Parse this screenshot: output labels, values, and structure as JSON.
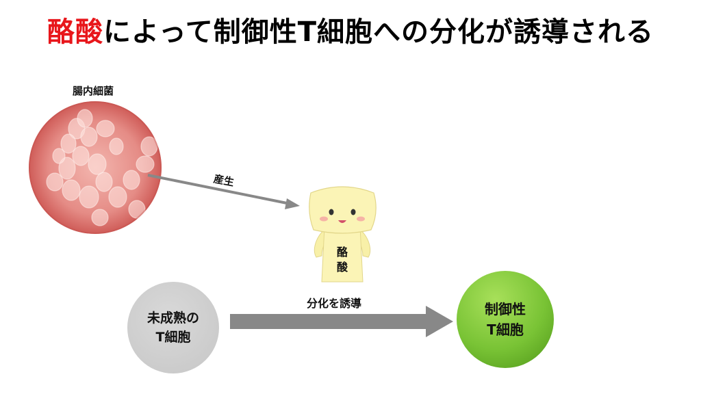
{
  "title": {
    "highlight": "酪酸",
    "rest": "によって制御性T細胞への分化が誘導される"
  },
  "bacteria": {
    "label": "腸内細菌"
  },
  "produce": {
    "label": "産生"
  },
  "butyrate": {
    "label_line1": "酪",
    "label_line2": "酸"
  },
  "immature": {
    "line1": "未成熟の",
    "line2": "T細胞"
  },
  "induce": {
    "label": "分化を誘導"
  },
  "treg": {
    "line1": "制御性",
    "line2": "T細胞"
  },
  "colors": {
    "title_highlight": "#e8161b",
    "arrow": "#888888",
    "bacteria_bg": "#e47c78",
    "immature_cell": "#c8c8c8",
    "treg_cell": "#7cc43a",
    "mascot_body": "#f8f0a8"
  }
}
